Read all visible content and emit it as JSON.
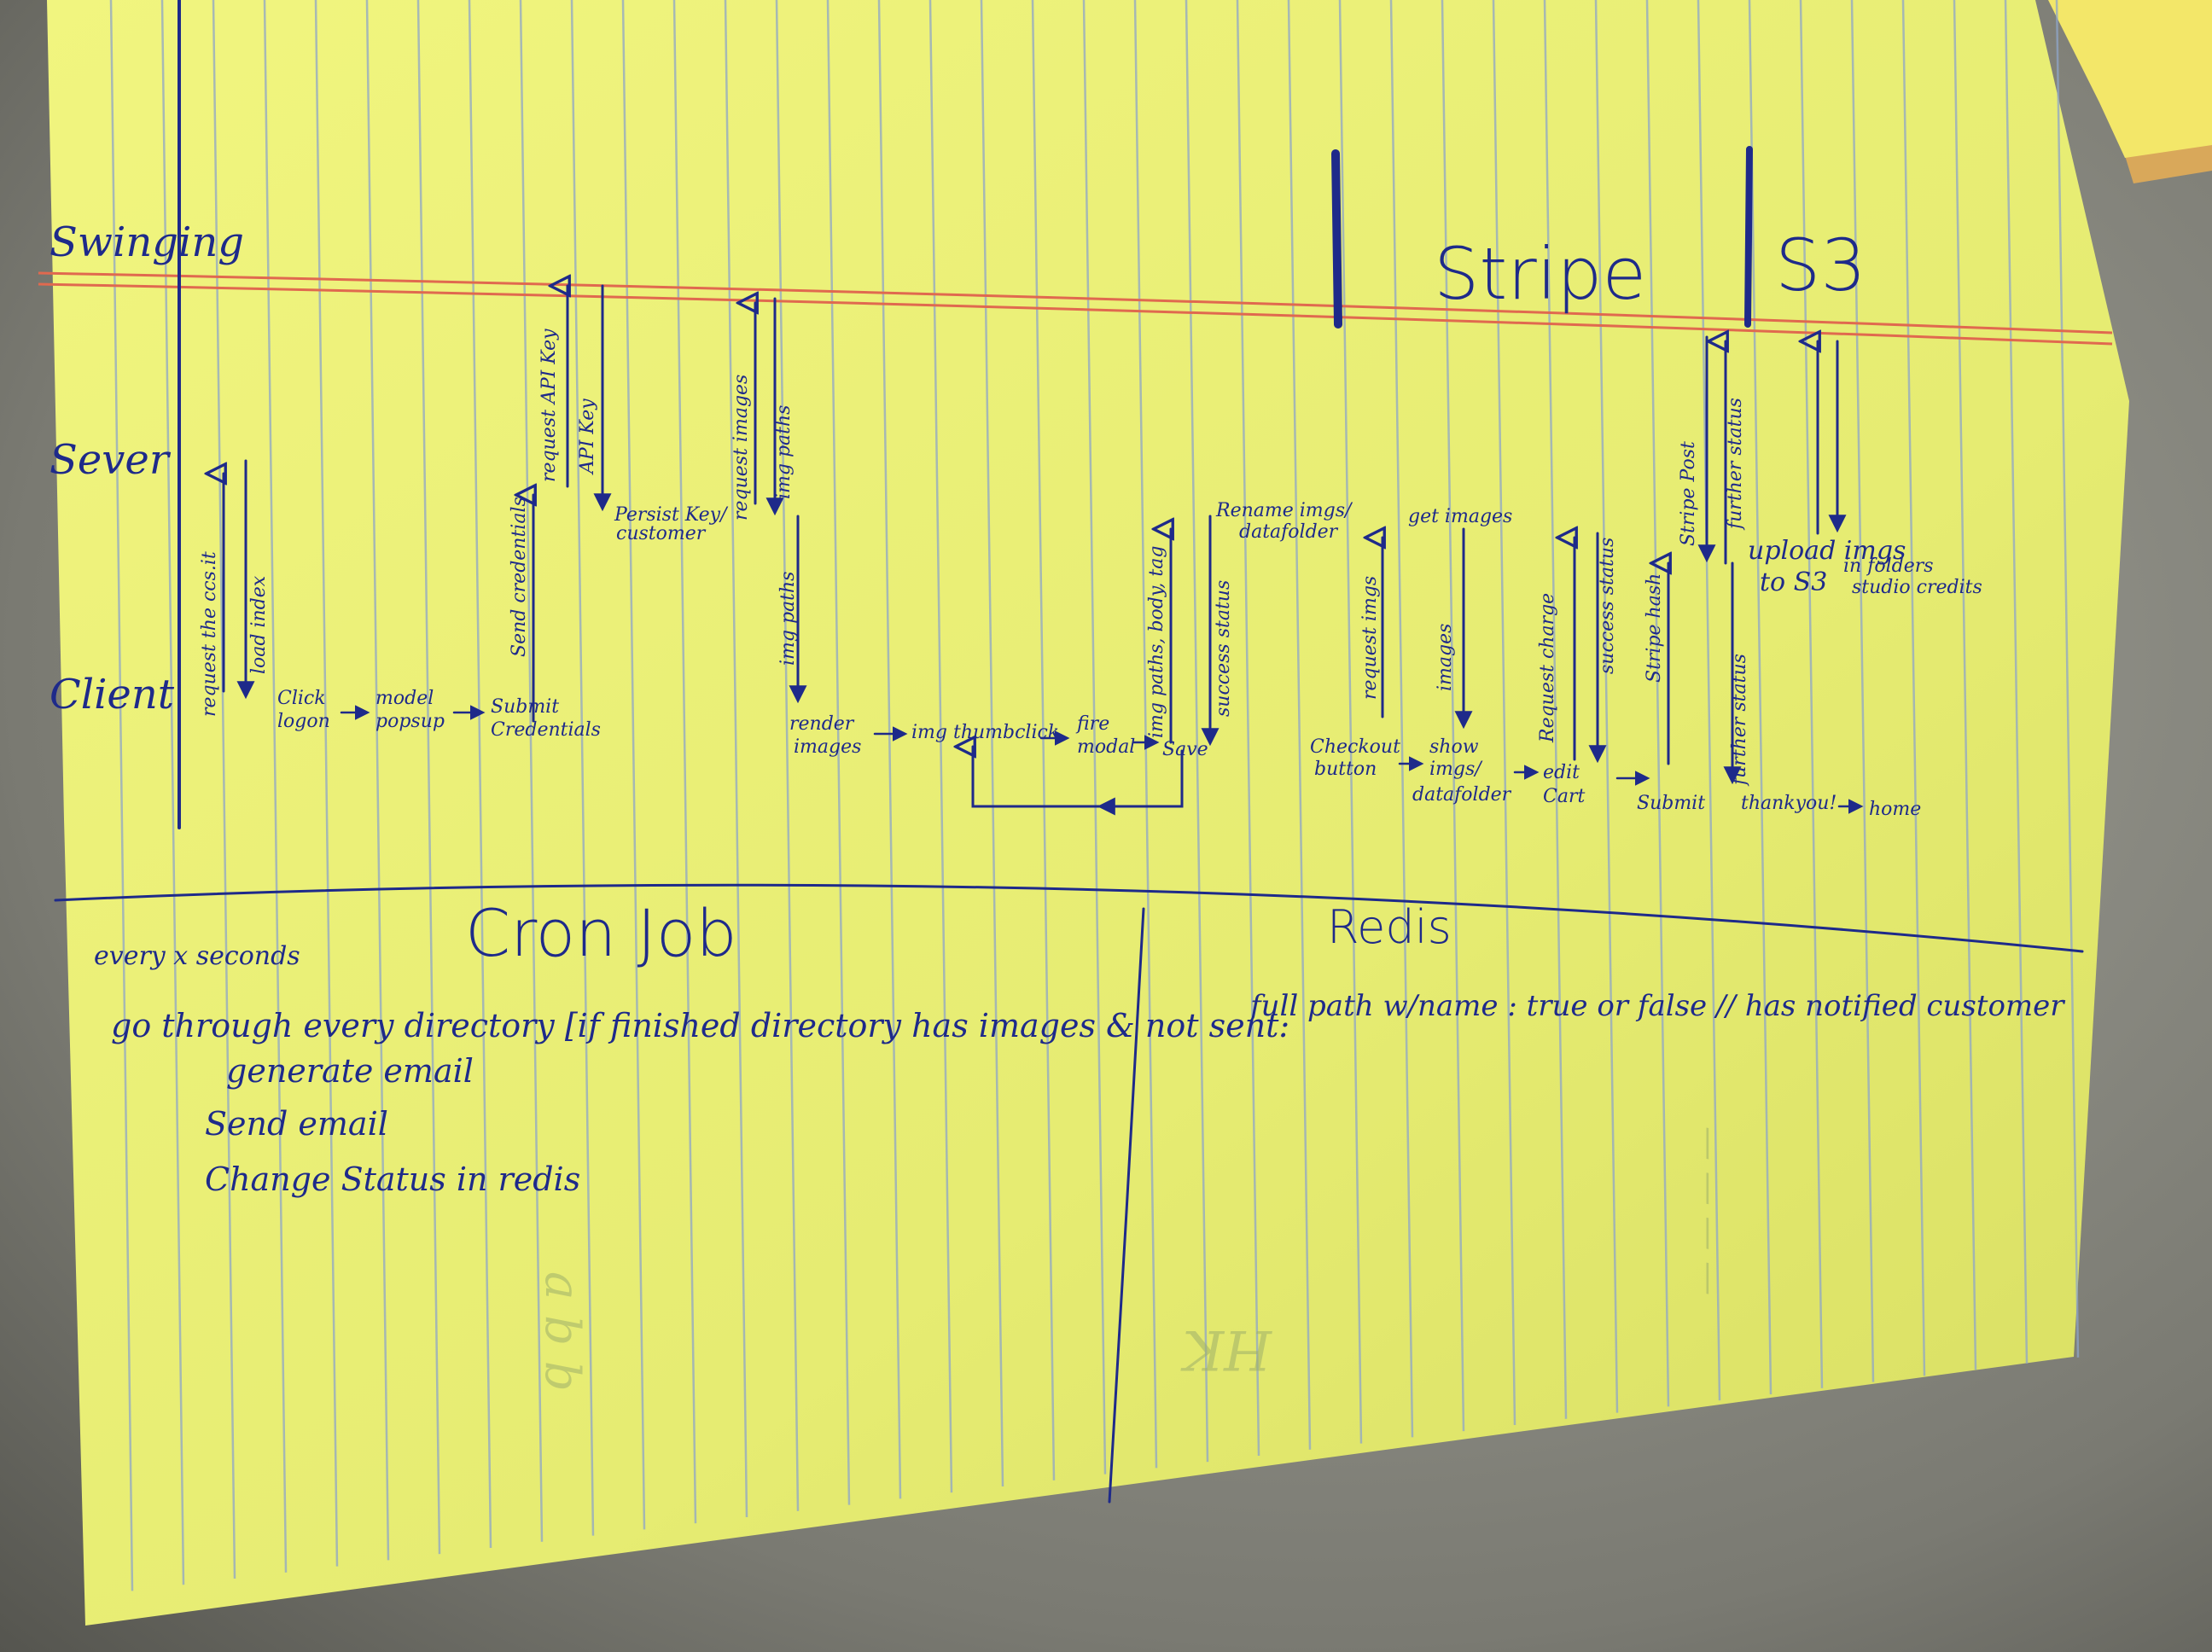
{
  "swimlanes": {
    "swinging": "Swinging",
    "server": "Sever",
    "client": "Client"
  },
  "services": {
    "stripe": "Stripe",
    "s3": "S3"
  },
  "server_notes": {
    "request_html": "request the ccs.it",
    "load_index": "load index",
    "send_credentials": "Send credentials",
    "request_api_key": "request API Key",
    "api_key": "API Key",
    "persist_key": "Persist Key/",
    "customer": "customer",
    "request_images": "request images",
    "img_paths_1": "img paths",
    "img_paths_2": "img paths",
    "img_paths_body": "img paths, body, tag",
    "rename_imgs": "Rename imgs/",
    "datafolder": "datafolder",
    "success_status_1": "success status",
    "request_imgs": "request imgs",
    "get_images": "get images",
    "images": "images",
    "request_charge": "Request charge",
    "success_status_2": "success status",
    "stripe_hash": "Stripe hash",
    "stripe_post": "Stripe Post",
    "further_status_1": "further status",
    "further_status_2": "further status",
    "upload_imgs": "upload imgs",
    "to_s3": "to S3",
    "in_folders": "in folders",
    "studio_credits": "studio credits"
  },
  "client_flow": {
    "click_logon": "Click",
    "logon": "logon",
    "model_popup": "model",
    "popup": "popsup",
    "submit": "Submit",
    "credentials": "Credentials",
    "render": "render",
    "images": "images",
    "img_thumb": "img thumbclick",
    "fire": "fire",
    "modal": "modal",
    "save": "Save",
    "checkout": "Checkout",
    "button": "button",
    "show": "show",
    "imgs": "imgs/",
    "datafolder": "datafolder",
    "edit": "edit",
    "cart": "Cart",
    "submit2": "Submit",
    "thankyou": "thankyou!",
    "home": "home"
  },
  "cron": {
    "title": "Cron Job",
    "every": "every x seconds",
    "line1": "go through every directory [if finished directory has images & not sent:",
    "line2": "generate email",
    "line3": "Send email",
    "line4": "Change Status in redis"
  },
  "redis": {
    "title": "Redis",
    "line1": "full path w/name :  true or false // has notified customer"
  },
  "ghost_text": {
    "mark": "HK"
  },
  "colors": {
    "paper": "#eaf07a",
    "rule": "#8fa6c8",
    "margin": "#e0694f",
    "ink": "#1e2a8a"
  }
}
